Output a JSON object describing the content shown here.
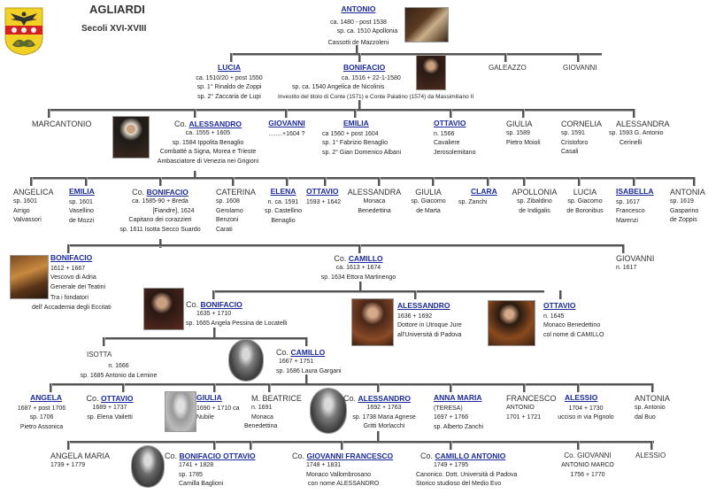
{
  "header": {
    "title": "AGLIARDI",
    "subtitle": "Secoli XVI-XVIII",
    "coat_of_arms": "coat-of-arms-eagle-red-band-acorns"
  },
  "colors": {
    "link": "#1a2a9c",
    "line": "#555555",
    "coat_yellow": "#f2d024",
    "coat_red": "#d42020"
  },
  "gen1": {
    "antonio": {
      "name": "ANTONIO",
      "lines": [
        "ca. 1480 - post 1538",
        "sp. ca. 1510 Apollonia",
        "Cassotti de Mazzoleni"
      ]
    }
  },
  "gen2": {
    "lucia": {
      "name": "LUCIA",
      "lines": [
        "ca. 1510/20 + post 1550",
        "sp. 1° Rinaldo de Zoppi",
        "sp. 2° Zaccaria de Lupi"
      ]
    },
    "bonifacio": {
      "name": "BONIFACIO",
      "lines": [
        "ca. 1516 + 22-1-1580",
        "sp. ca. 1540 Angelica de Nicolinis",
        "Investito del titolo di Conte (1571) e Conte Palatino (1574) da Massimiliano II"
      ]
    },
    "galeazzo": {
      "name": "GALEAZZO"
    },
    "giovanni": {
      "name": "GIOVANNI"
    }
  },
  "gen3": {
    "marcantonio": {
      "name": "MARCANTONIO"
    },
    "alessandro": {
      "prefix": "Co.",
      "name": "ALESSANDRO",
      "lines": [
        "ca. 1555 + 1605",
        "sp. 1584 Ippolita Benaglio",
        "Combatté a Signa, Morea e Trieste",
        "Ambasciatore di Venezia nei Grigioni"
      ]
    },
    "giovanni": {
      "name": "GIOVANNI",
      "lines": [
        "........+1604 ?"
      ]
    },
    "emilia": {
      "name": "EMILIA",
      "lines": [
        "ca 1560 + post 1604",
        "sp. 1° Fabrizio Benaglio",
        "sp. 2° Gian Domenico Albani"
      ]
    },
    "ottavio": {
      "name": "OTTAVIO",
      "lines": [
        "n. 1566",
        "Cavaliere",
        "Jerosolemitano"
      ]
    },
    "giulia": {
      "name": "GIULIA",
      "lines": [
        "sp. 1589",
        "Pietro Moioli"
      ]
    },
    "cornelia": {
      "name": "CORNELIA",
      "lines": [
        "sp. 1591",
        "Cristoforo",
        "Casali"
      ]
    },
    "alessandra": {
      "name": "ALESSANDRA",
      "lines": [
        "sp. 1593 G. Antonio",
        "Cerinelli"
      ]
    }
  },
  "gen4": {
    "angelica": {
      "name": "ANGELICA",
      "lines": [
        "sp. 1601",
        "Arrigo",
        "Valvassori"
      ]
    },
    "emilia": {
      "name": "EMILIA",
      "lines": [
        "sp. 1601",
        "Vasellino",
        "de Mozzi"
      ]
    },
    "bonifacio": {
      "prefix": "Co.",
      "name": "BONIFACIO",
      "lines": [
        "ca. 1585-90 + Breda",
        "[Fiandre], 1624",
        "Capitano dei corazzieri",
        "sp. 1611 Isotta Secco Suardo"
      ]
    },
    "caterina": {
      "name": "CATERINA",
      "lines": [
        "sp. 1608",
        "Gerolamo",
        "Benzoni",
        "Carati"
      ]
    },
    "elena": {
      "name": "ELENA",
      "lines": [
        "n. ca. 1591",
        "sp. Castellino",
        "Benaglio"
      ]
    },
    "ottavio": {
      "name": "OTTAVIO",
      "lines": [
        "1593 + 1642"
      ]
    },
    "alessandra": {
      "name": "ALESSANDRA",
      "lines": [
        "Monaca",
        "Benedettina"
      ]
    },
    "giulia": {
      "name": "GIULIA",
      "lines": [
        "sp. Giacomo",
        "de Marta"
      ]
    },
    "clara": {
      "name": "CLARA",
      "lines": [
        "sp. Zanchi"
      ]
    },
    "apollonia": {
      "name": "APOLLONIA",
      "lines": [
        "sp. Zibaldino",
        "de Indigalis"
      ]
    },
    "lucia": {
      "name": "LUCIA",
      "lines": [
        "sp. Giacomo",
        "de Boronibus"
      ]
    },
    "isabella": {
      "name": "ISABELLA",
      "lines": [
        "sp. 1617",
        "Francesco",
        "Marenzi"
      ]
    },
    "antonia": {
      "name": "ANTONIA",
      "lines": [
        "sp. 1619",
        "Gasparino",
        "de Zoppis"
      ]
    }
  },
  "gen5": {
    "bonifacio": {
      "name": "BONIFACIO",
      "lines": [
        "1612 + 1667",
        "Vescovo di Adria",
        "Generale dei Teatini",
        "Tra i fondatori",
        "dell' Accademia degli Eccitati"
      ]
    },
    "camillo": {
      "prefix": "Co.",
      "name": "CAMILLO",
      "lines": [
        "ca. 1613 + 1674",
        "sp. 1634 Ettora Martinengo"
      ]
    },
    "giovanni": {
      "name": "GIOVANNI",
      "lines": [
        "n. 1617"
      ]
    }
  },
  "gen6": {
    "bonifacio": {
      "prefix": "Co.",
      "name": "BONIFACIO",
      "lines": [
        "1635 + 1710",
        "sp. 1665  Angela Pessina de Locatelli"
      ]
    },
    "alessandro": {
      "name": "ALESSANDRO",
      "lines": [
        "1636 + 1692",
        "Dottore in Utroque Jure",
        "all'Università di Padova"
      ]
    },
    "ottavio": {
      "name": "OTTAVIO",
      "lines": [
        "n. 1645",
        "Monaco Benedettino",
        "col  nome di CAMILLO"
      ]
    }
  },
  "gen7": {
    "isotta": {
      "name": "ISOTTA",
      "lines": [
        "n. 1666",
        "sp. 1685 Antonio da Lemine"
      ]
    },
    "camillo": {
      "prefix": "Co.",
      "name": "CAMILLO",
      "lines": [
        "1667 + 1751",
        "sp. 1686  Laura Gargani"
      ]
    }
  },
  "gen8": {
    "angela": {
      "name": "ANGELA",
      "lines": [
        "1687 + post 1706",
        "sp. 1706",
        "Pietro Assonica"
      ]
    },
    "ottavio": {
      "prefix": "Co.",
      "name": "OTTAVIO",
      "lines": [
        "1689 + 1737",
        "sp. Elena Vailetti"
      ]
    },
    "giulia": {
      "name": "GIULIA",
      "lines": [
        "1690 + 1710 ca",
        "Nubile"
      ]
    },
    "beatrice": {
      "name": "M. BEATRICE",
      "lines": [
        "n. 1691",
        "Monaca",
        "Benedettina"
      ]
    },
    "alessandro": {
      "prefix": "Co.",
      "name": "ALESSANDRO",
      "lines": [
        "1692 + 1763",
        "sp. 1738 Maria Agnese",
        "Gritti Morlacchi"
      ]
    },
    "annamaria": {
      "name": "ANNA MARIA",
      "lines": [
        "(TERESA)",
        "1697 + 1766",
        "sp. Alberto Zanchi"
      ]
    },
    "francesco": {
      "name": "FRANCESCO",
      "lines": [
        "ANTONIO",
        "1701 + 1721"
      ]
    },
    "alessio": {
      "name": "ALESSIO",
      "lines": [
        "1704 + 1730",
        "ucciso in via Pignolo"
      ]
    },
    "antonia": {
      "name": "ANTONIA",
      "lines": [
        "sp. Antonio",
        "dal Buo"
      ]
    }
  },
  "gen9": {
    "angelamaria": {
      "name": "ANGELA MARIA",
      "lines": [
        "1739 + 1779"
      ]
    },
    "bonifacio": {
      "prefix": "Co.",
      "name": "BONIFACIO OTTAVIO",
      "lines": [
        "1741 + 1828",
        "sp. 1785",
        "Camilla Baglioni"
      ]
    },
    "giovanni": {
      "prefix": "Co.",
      "name": "GIOVANNI FRANCESCO",
      "lines": [
        "1748 + 1831",
        "Monaco Vallombrosano",
        "con nome ALESSANDRO"
      ]
    },
    "camillo": {
      "prefix": "Co.",
      "name": "CAMILLO ANTONIO",
      "lines": [
        "1749 + 1795",
        "Canonico. Dott. Università di Padova",
        "Storico studioso del Medio  Evo"
      ]
    },
    "giovannimarco": {
      "prefix": "Co.",
      "name": "GIOVANNI",
      "lines": [
        "ANTONIO MARCO",
        "1756 + 1770"
      ]
    },
    "alessio": {
      "name": "ALESSIO"
    }
  }
}
